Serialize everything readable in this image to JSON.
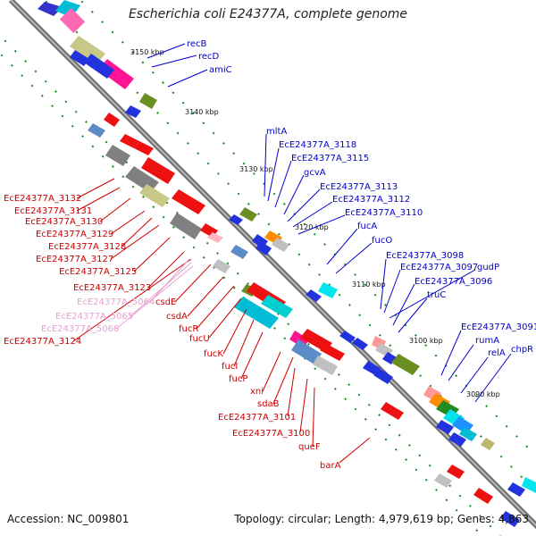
{
  "title": "Escherichia coli E24377A, complete genome",
  "footer": {
    "accession": "Accession: NC_009801",
    "summary": "Topology: circular; Length: 4,979,619 bp; Genes: 4,863"
  },
  "colors": {
    "backbone": "#808080",
    "plus_label": "#0000cc",
    "minus_label": "#cc0000",
    "pseudo_label": "#e8a0d0",
    "tick": "#1a8a1a"
  },
  "kbp_ticks": [
    "3150 kbp",
    "3140 kbp",
    "3130 kbp",
    "3120 kbp",
    "3110 kbp",
    "3100 kbp",
    "3090 kbp"
  ],
  "plus_labels": [
    "recB",
    "recD",
    "amiC",
    "mltA",
    "EcE24377A_3118",
    "EcE24377A_3115",
    "gcvA",
    "EcE24377A_3113",
    "EcE24377A_3112",
    "EcE24377A_3110",
    "fucA",
    "fucO",
    "EcE24377A_3098",
    "EcE24377A_3097",
    "gudP",
    "EcE24377A_3096",
    "truC",
    "EcE24377A_3091",
    "rumA",
    "relA",
    "chpR"
  ],
  "minus_labels": [
    "EcE24377A_3132",
    "EcE24377A_3131",
    "EcE24377A_3130",
    "EcE24377A_3129",
    "EcE24377A_3128",
    "EcE24377A_3127",
    "EcE24377A_3125",
    "EcE24377A_3123",
    "csdE",
    "csdA",
    "fucR",
    "fucU",
    "fucK",
    "fucI",
    "fucP",
    "xni",
    "sdaB",
    "EcE24377A_3101",
    "EcE24377A_3100",
    "queF",
    "barA",
    "EcE24377A_3124"
  ],
  "pseudo_labels": [
    "EcE24377A_5064",
    "EcE24377A_5065",
    "EcE24377A_5066"
  ]
}
